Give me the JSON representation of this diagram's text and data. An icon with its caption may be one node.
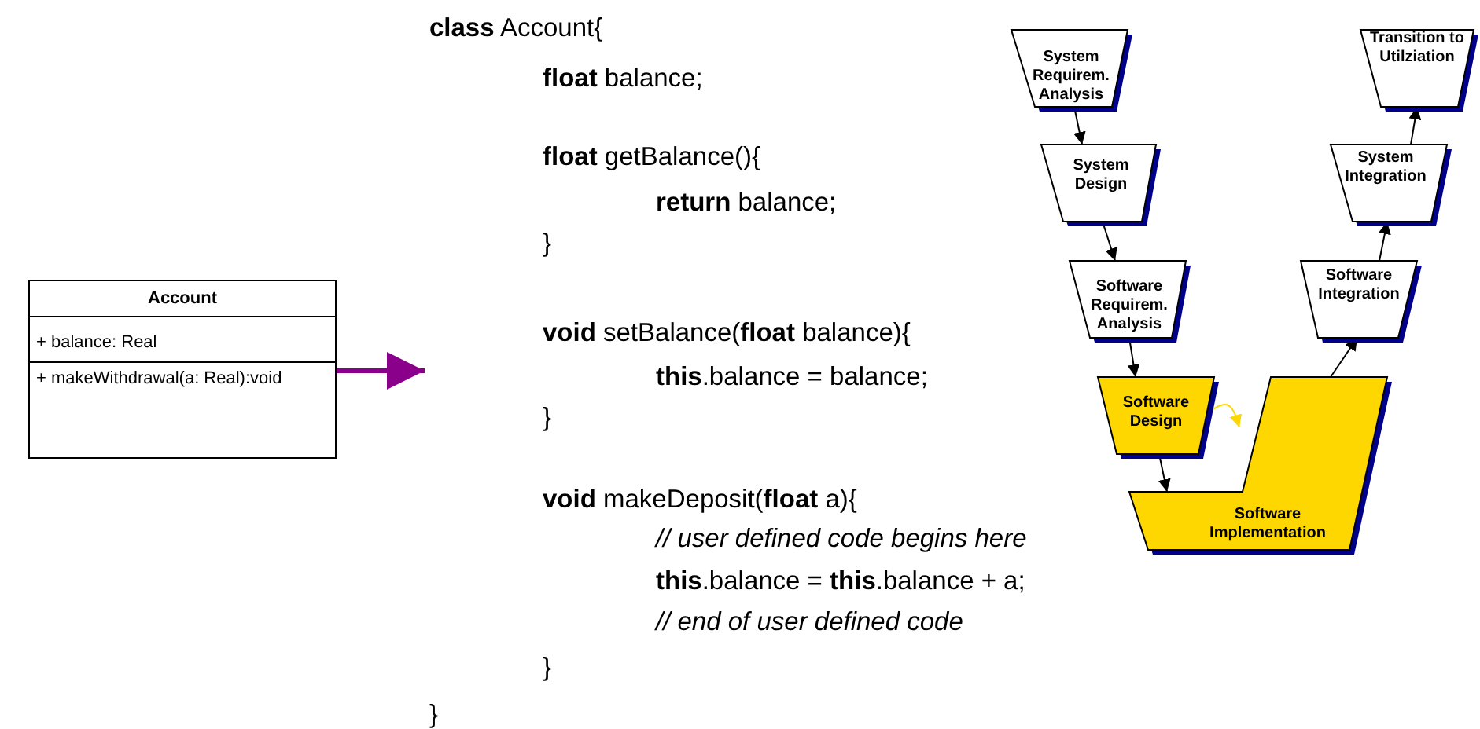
{
  "diagram": {
    "nodes": [
      {
        "text": [
          "Account",
          "+ balance: Real",
          "+ makeWithdrawal(a: Real):void"
        ]
      },
      {
        "text": [
          "**class** Account{",
          "**float** balance;",
          "**float** getBalance(){",
          "**return** balance;",
          "}",
          "**void** setBalance(**float** balance){",
          "**this**.balance = balance;",
          "}",
          "**void** makeDeposit(**float** a){",
          "// user defined code begins here",
          "**this**.balance = **this**.balance + a;",
          "// end of user defined code",
          "}",
          "}"
        ]
      },
      {
        "text": [
          "System Requirem. Analysis"
        ]
      },
      {
        "text": [
          "System Design"
        ]
      },
      {
        "text": [
          "Software Requirem. Analysis"
        ]
      },
      {
        "text": [
          "Software Design"
        ]
      },
      {
        "text": [
          "Software Implementation"
        ]
      },
      {
        "text": [
          "Software Integration"
        ]
      },
      {
        "text": [
          "System Integration"
        ]
      },
      {
        "text": [
          "Transition to Utilziation"
        ]
      }
    ],
    "edges": [
      {
        "from": 0,
        "to": 1,
        "arrow": "to",
        "style": "thick",
        "color": "#8b008b"
      },
      {
        "from": 2,
        "to": 3,
        "arrow": "to"
      },
      {
        "from": 3,
        "to": 4,
        "arrow": "to"
      },
      {
        "from": 4,
        "to": 5,
        "arrow": "to"
      },
      {
        "from": 5,
        "to": 6,
        "arrow": "to"
      },
      {
        "from": 6,
        "to": 7,
        "arrow": "to"
      },
      {
        "from": 7,
        "to": 8,
        "arrow": "to"
      },
      {
        "from": 8,
        "to": 9,
        "arrow": "to"
      },
      {
        "from": 5,
        "to": 6,
        "arrow": "to",
        "color": "#ffd700"
      }
    ]
  }
}
